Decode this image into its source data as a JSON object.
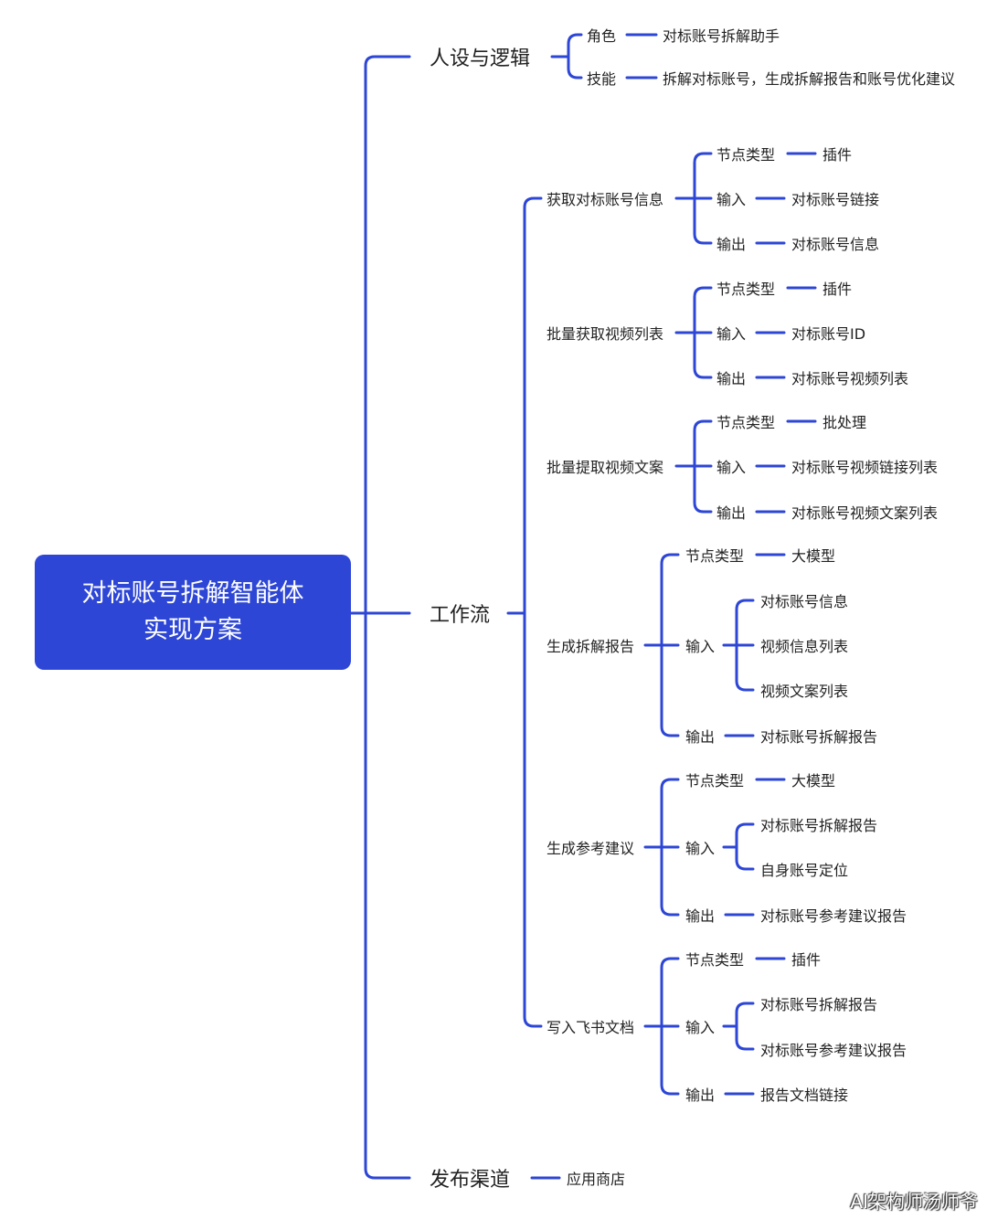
{
  "root": {
    "title_line1": "对标账号拆解智能体",
    "title_line2": "实现方案"
  },
  "branches": {
    "persona": {
      "label": "人设与逻辑",
      "role": {
        "label": "角色",
        "value": "对标账号拆解助手"
      },
      "skill": {
        "label": "技能",
        "value": "拆解对标账号，生成拆解报告和账号优化建议"
      }
    },
    "workflow": {
      "label": "工作流",
      "nodes": [
        {
          "label": "获取对标账号信息",
          "type_label": "节点类型",
          "type_value": "插件",
          "input_label": "输入",
          "inputs": [
            "对标账号链接"
          ],
          "output_label": "输出",
          "output_value": "对标账号信息"
        },
        {
          "label": "批量获取视频列表",
          "type_label": "节点类型",
          "type_value": "插件",
          "input_label": "输入",
          "inputs": [
            "对标账号ID"
          ],
          "output_label": "输出",
          "output_value": "对标账号视频列表"
        },
        {
          "label": "批量提取视频文案",
          "type_label": "节点类型",
          "type_value": "批处理",
          "input_label": "输入",
          "inputs": [
            "对标账号视频链接列表"
          ],
          "output_label": "输出",
          "output_value": "对标账号视频文案列表"
        },
        {
          "label": "生成拆解报告",
          "type_label": "节点类型",
          "type_value": "大模型",
          "input_label": "输入",
          "inputs": [
            "对标账号信息",
            "视频信息列表",
            "视频文案列表"
          ],
          "output_label": "输出",
          "output_value": "对标账号拆解报告"
        },
        {
          "label": "生成参考建议",
          "type_label": "节点类型",
          "type_value": "大模型",
          "input_label": "输入",
          "inputs": [
            "对标账号拆解报告",
            "自身账号定位"
          ],
          "output_label": "输出",
          "output_value": "对标账号参考建议报告"
        },
        {
          "label": "写入飞书文档",
          "type_label": "节点类型",
          "type_value": "插件",
          "input_label": "输入",
          "inputs": [
            "对标账号拆解报告",
            "对标账号参考建议报告"
          ],
          "output_label": "输出",
          "output_value": "报告文档链接"
        }
      ]
    },
    "publish": {
      "label": "发布渠道",
      "value": "应用商店"
    }
  },
  "watermark": "AI架构师汤师爷",
  "colors": {
    "accent": "#2d46d6",
    "line": "#2d46d6",
    "text": "#222222"
  }
}
